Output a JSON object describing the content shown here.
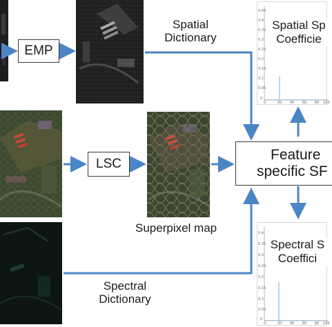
{
  "blocks": {
    "emp": "EMP",
    "lsc": "LSC",
    "feature_line1": "Feature",
    "feature_line2": "specific SF"
  },
  "labels": {
    "spatial_dictionary_line1": "Spatial",
    "spatial_dictionary_line2": "Dictionary",
    "superpixel_map": "Superpixel map",
    "spectral_dictionary_line1": "Spectral",
    "spectral_dictionary_line2": "Dictionary"
  },
  "spatial_chart": {
    "title_line1": "Spatial Sp",
    "title_line2": "Coefficie",
    "y_ticks": [
      "0.45",
      "0.4",
      "0.35",
      "0.3",
      "0.25",
      "0.2",
      "0.15",
      "0.1",
      "0.05",
      "0"
    ],
    "x_ticks": [
      "0",
      "20",
      "40",
      "60",
      "80",
      "100"
    ]
  },
  "spectral_chart": {
    "title_line1": "Spectral S",
    "title_line2": "Coeffici",
    "y_ticks": [
      "0.4",
      "0.35",
      "0.3",
      "0.25",
      "0.2",
      "0.15",
      "0.1",
      "0.05",
      "0"
    ],
    "x_ticks": [
      "0",
      "20",
      "40",
      "60",
      "80",
      "100"
    ]
  },
  "colors": {
    "arrow": "#4a86c5",
    "box_border": "#3b3b3b",
    "coefficient_line": "#8fb8e0"
  },
  "icons": {
    "hyperspectral_bands": "grayscale-band-image",
    "emp_output": "emp-feature-image",
    "false_color": "false-color-composite-image",
    "superpixel": "superpixel-segmentation-image",
    "spectral_data": "dark-spectral-image"
  }
}
